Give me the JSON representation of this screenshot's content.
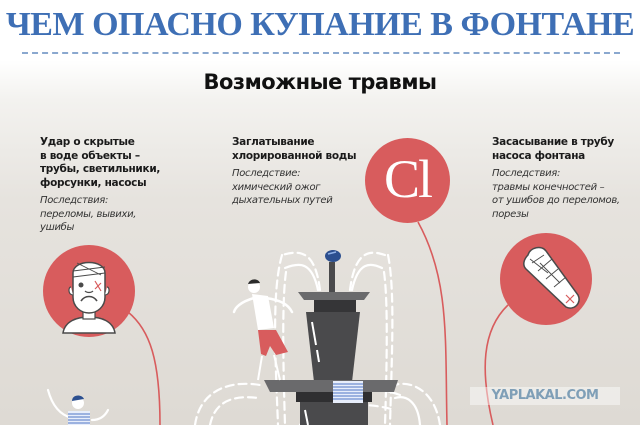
{
  "header": {
    "title": "ЧЕМ ОПАСНО КУПАНИЕ В ФОНТАНЕ",
    "subtitle": "Возможные травмы"
  },
  "injuries": [
    {
      "heading": "Удар о скрытые в воде объекты – трубы, светильники, форсунки, насосы",
      "heading_lines": [
        "Удар о скрытые",
        "в воде объекты –",
        "трубы, светильники,",
        "форсунки, насосы"
      ],
      "consequence_label": "Последствия:",
      "consequence_lines": [
        "переломы, вывихи,",
        "ушибы"
      ],
      "icon": "bandaged-head-icon"
    },
    {
      "heading": "Заглатывание хлорированной воды",
      "heading_lines": [
        "Заглатывание",
        "хлорированной воды"
      ],
      "consequence_label": "Последствие:",
      "consequence_lines": [
        "химический ожог",
        "дыхательных путей"
      ],
      "icon": "chlorine-icon",
      "icon_text": "Cl"
    },
    {
      "heading": "Засасывание в трубу насоса фонтана",
      "heading_lines": [
        "Засасывание в трубу",
        "насоса фонтана"
      ],
      "consequence_label": "Последствия:",
      "consequence_lines": [
        "травмы конечностей –",
        "от ушибов до переломов,",
        "порезы"
      ],
      "icon": "bandaged-arm-icon"
    }
  ],
  "watermark": "YAPLAKAL.COM",
  "colors": {
    "title": "#3e6fb5",
    "accent_red": "#d85c5d",
    "fountain_dark": "#4a4a4c",
    "fountain_mid": "#6a6a6c",
    "stripe_blue": "#6e8fd0"
  }
}
